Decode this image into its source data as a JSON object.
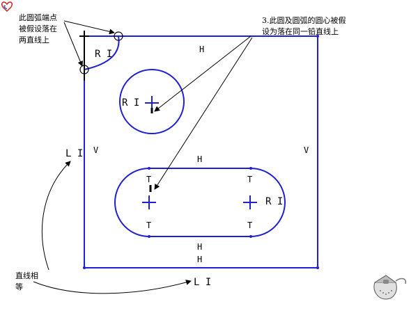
{
  "annotations": {
    "arc_note_line1": "此圆弧端点",
    "arc_note_line2": "被假设落在",
    "arc_note_line3": "两直线上",
    "center_note_line1": "3.此圆及圆弧的圆心被假",
    "center_note_line2": "设为落在同一铅直线上",
    "equal_note_line1": "直线相",
    "equal_note_line2": "等"
  },
  "constraint_labels": {
    "r1_corner": "R I",
    "r1_circle": "R I",
    "r1_slot": "R I",
    "h_top": "H",
    "h_slot_top": "H",
    "h_slot_bottom": "H",
    "h_bottom": "H",
    "v_left": "V",
    "v_right": "V",
    "l1_left": "L I",
    "l1_bottom": "L I",
    "t_top_left": "T",
    "t_top_right": "T",
    "t_bottom_left": "T",
    "t_bottom_right": "T"
  },
  "colors": {
    "sketch": "#1f1fd6",
    "leader": "#000000"
  },
  "icons": {
    "corner_logo": "heart-logo-icon",
    "mouse": "mouse-icon"
  }
}
